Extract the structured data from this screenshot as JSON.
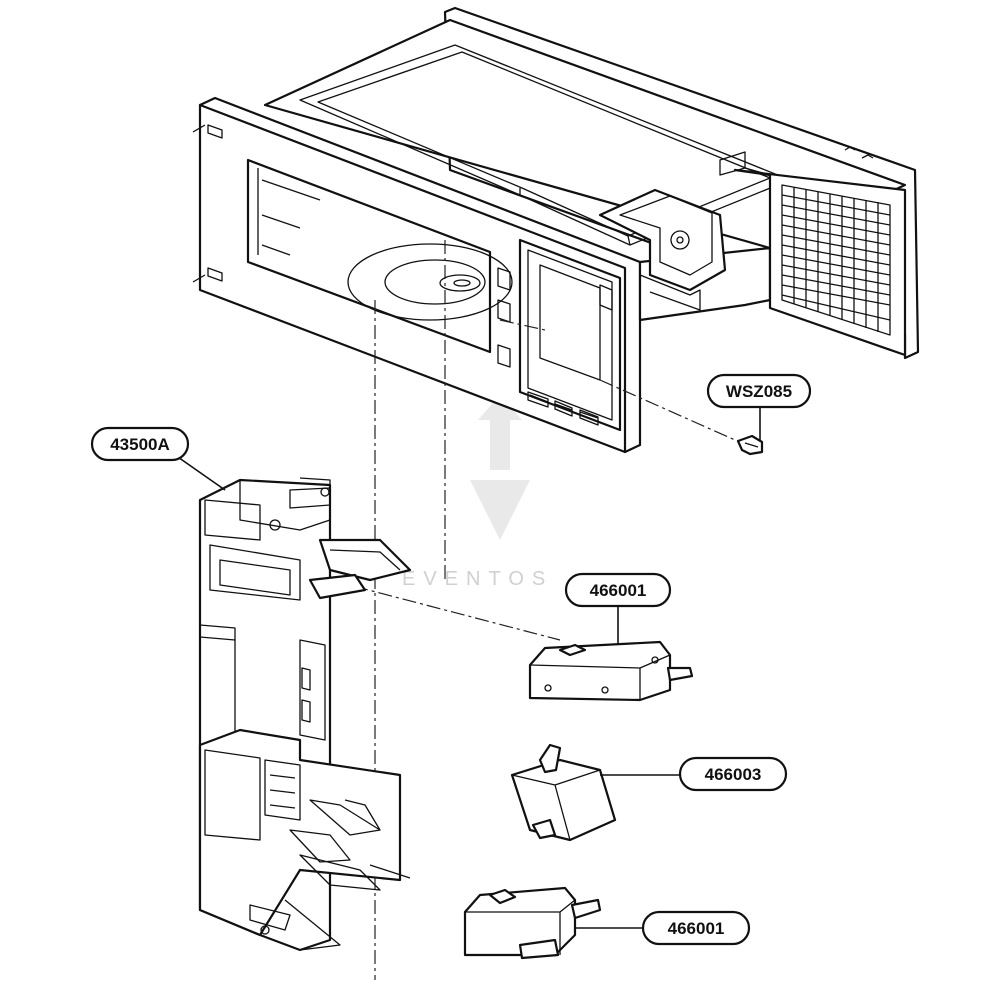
{
  "callouts": [
    {
      "id": "c1",
      "label": "WSZ085"
    },
    {
      "id": "c2",
      "label": "43500A"
    },
    {
      "id": "c3",
      "label": "466001"
    },
    {
      "id": "c4",
      "label": "466003"
    },
    {
      "id": "c5",
      "label": "466001"
    }
  ],
  "watermark": {
    "text": "EVENTOS"
  }
}
